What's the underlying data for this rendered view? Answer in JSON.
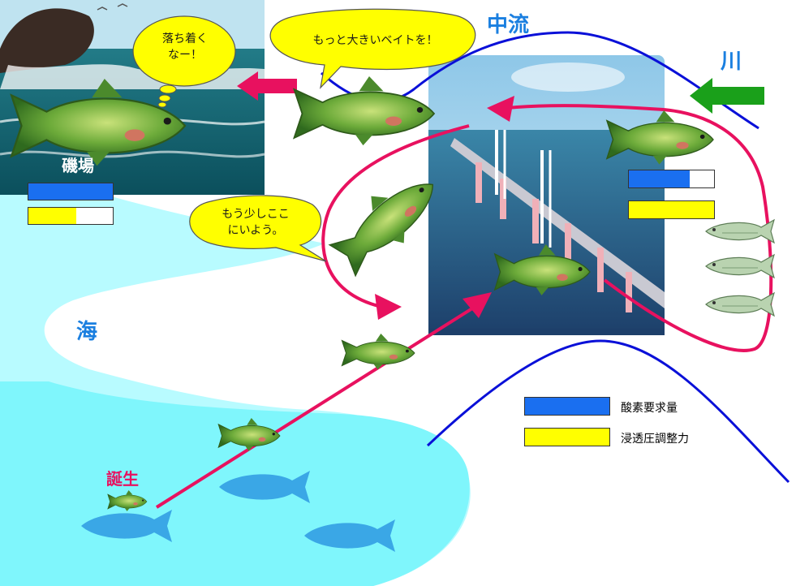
{
  "labels": {
    "midstream": "中流",
    "river": "川",
    "sea": "海",
    "rocky_shore": "磯場",
    "birth": "誕生"
  },
  "bubbles": {
    "calm_down": "落ち着く\nなー！",
    "bigger_bait": "もっと大きいベイトを！",
    "stay_here": "もう少しここ\nにいよう。"
  },
  "legend": {
    "oxygen_demand": "酸素要求量",
    "osmoregulation": "浸透圧調整力"
  },
  "indicators": {
    "rocky_shore": {
      "oxygen_demand": 1.0,
      "osmoregulation": 0.57
    },
    "river": {
      "oxygen_demand": 0.71,
      "osmoregulation": 1.0
    }
  },
  "colors": {
    "oxygen": "#1a6ff0",
    "osmo": "#ffff00",
    "route": "#e8115f",
    "river_line": "#0a10d8",
    "green_arrow": "#1aa01a",
    "sea_dark": "#7ff6fc",
    "sea_light": "#b8fbff",
    "label_blue": "#1a7fe0",
    "label_pink": "#e8115f"
  }
}
